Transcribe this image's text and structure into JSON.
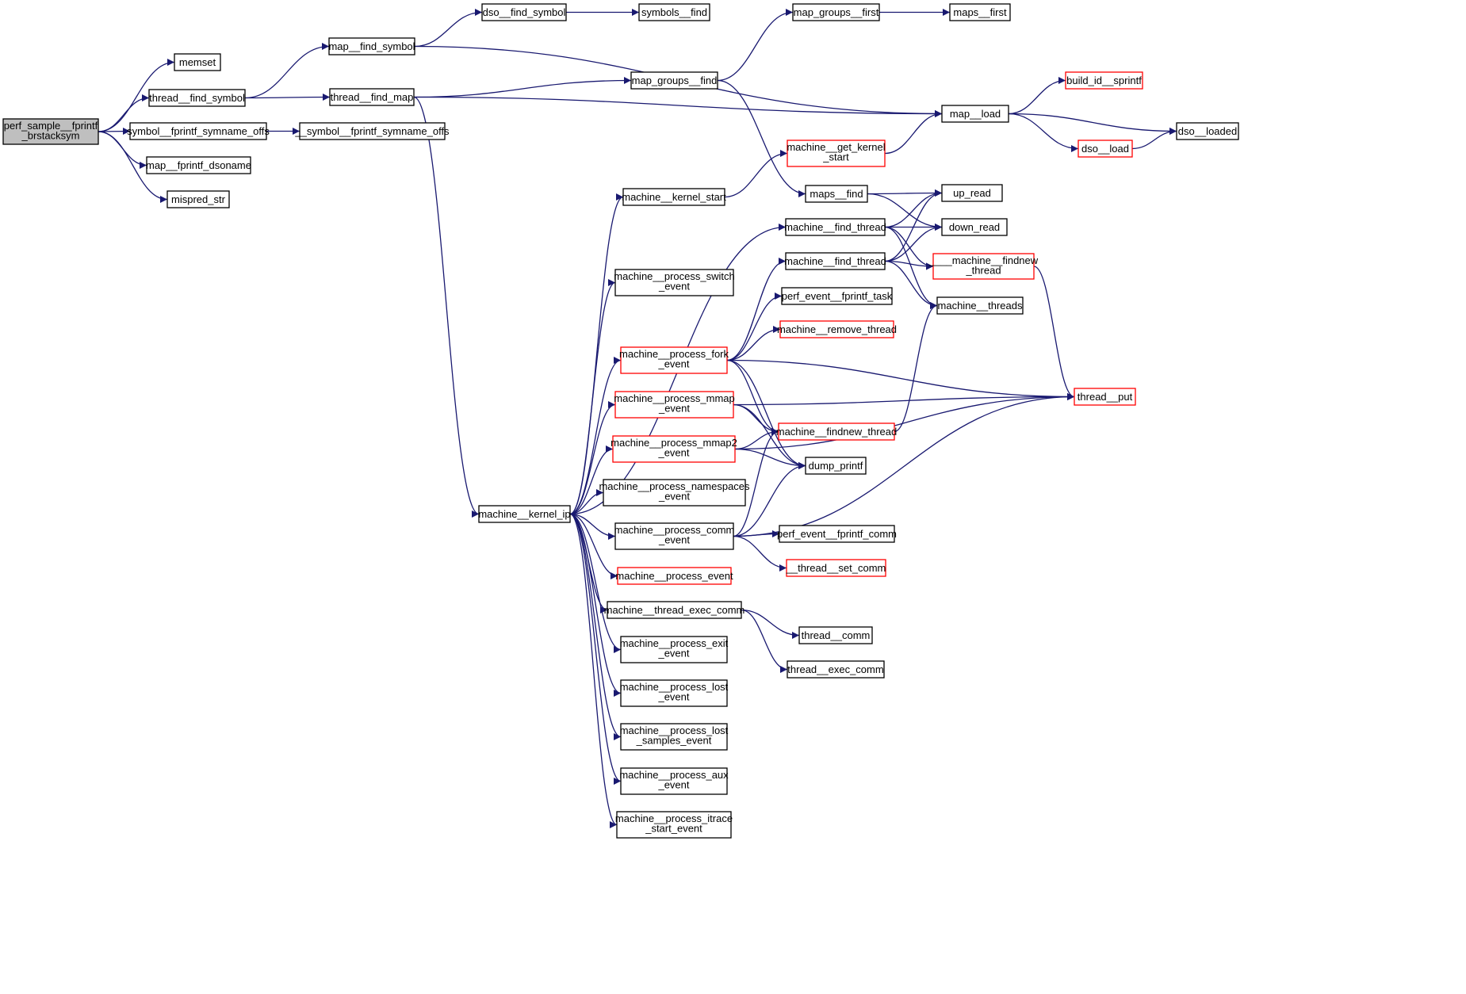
{
  "diagram": {
    "type": "call-graph",
    "colors": {
      "edge": "#191970",
      "node_border": "#000000",
      "truncated_border": "#ff0000",
      "root_fill": "#bfbfbf"
    },
    "nodes": [
      {
        "id": "root",
        "lines": [
          "perf_sample__fprintf",
          "_brstacksym"
        ],
        "status": "root"
      },
      {
        "id": "memset",
        "lines": [
          "memset"
        ],
        "status": "normal"
      },
      {
        "id": "thread_find_symbol",
        "lines": [
          "thread__find_symbol"
        ],
        "status": "normal"
      },
      {
        "id": "symbol_fprintf_symname_offs",
        "lines": [
          "symbol__fprintf_symname_offs"
        ],
        "status": "normal"
      },
      {
        "id": "map_fprintf_dsoname",
        "lines": [
          "map__fprintf_dsoname"
        ],
        "status": "normal"
      },
      {
        "id": "mispred_str",
        "lines": [
          "mispred_str"
        ],
        "status": "normal"
      },
      {
        "id": "map_find_symbol",
        "lines": [
          "map__find_symbol"
        ],
        "status": "normal"
      },
      {
        "id": "thread_find_map",
        "lines": [
          "thread__find_map"
        ],
        "status": "normal"
      },
      {
        "id": "__symbol_fprintf_symname_offs",
        "lines": [
          "__symbol__fprintf_symname_offs"
        ],
        "status": "normal"
      },
      {
        "id": "dso_find_symbol",
        "lines": [
          "dso__find_symbol"
        ],
        "status": "normal"
      },
      {
        "id": "symbols_find",
        "lines": [
          "symbols__find"
        ],
        "status": "normal"
      },
      {
        "id": "map_groups_first",
        "lines": [
          "map_groups__first"
        ],
        "status": "normal"
      },
      {
        "id": "maps_first",
        "lines": [
          "maps__first"
        ],
        "status": "normal"
      },
      {
        "id": "map_groups_find",
        "lines": [
          "map_groups__find"
        ],
        "status": "normal"
      },
      {
        "id": "build_id_sprintf",
        "lines": [
          "build_id__sprintf"
        ],
        "status": "truncated"
      },
      {
        "id": "map_load",
        "lines": [
          "map__load"
        ],
        "status": "normal"
      },
      {
        "id": "dso_loaded",
        "lines": [
          "dso__loaded"
        ],
        "status": "normal"
      },
      {
        "id": "dso_load",
        "lines": [
          "dso__load"
        ],
        "status": "truncated"
      },
      {
        "id": "machine_get_kernel_start",
        "lines": [
          "machine__get_kernel",
          "_start"
        ],
        "status": "truncated"
      },
      {
        "id": "machine_kernel_start",
        "lines": [
          "machine__kernel_start"
        ],
        "status": "normal"
      },
      {
        "id": "maps_find",
        "lines": [
          "maps__find"
        ],
        "status": "normal"
      },
      {
        "id": "up_read",
        "lines": [
          "up_read"
        ],
        "status": "normal"
      },
      {
        "id": "down_read",
        "lines": [
          "down_read"
        ],
        "status": "normal"
      },
      {
        "id": "machine_find_thread_1",
        "lines": [
          "machine__find_thread"
        ],
        "status": "normal"
      },
      {
        "id": "machine_find_thread_2",
        "lines": [
          "machine__find_thread"
        ],
        "status": "normal"
      },
      {
        "id": "____machine_findnew_thread",
        "lines": [
          "____machine__findnew",
          "_thread"
        ],
        "status": "truncated"
      },
      {
        "id": "machine_process_switch_event",
        "lines": [
          "machine__process_switch",
          "_event"
        ],
        "status": "normal"
      },
      {
        "id": "perf_event_fprintf_task",
        "lines": [
          "perf_event__fprintf_task"
        ],
        "status": "normal"
      },
      {
        "id": "machine_threads",
        "lines": [
          "machine__threads"
        ],
        "status": "normal"
      },
      {
        "id": "machine_remove_thread",
        "lines": [
          "machine__remove_thread"
        ],
        "status": "truncated"
      },
      {
        "id": "machine_process_fork_event",
        "lines": [
          "machine__process_fork",
          "_event"
        ],
        "status": "truncated"
      },
      {
        "id": "thread_put",
        "lines": [
          "thread__put"
        ],
        "status": "truncated"
      },
      {
        "id": "machine_process_mmap_event",
        "lines": [
          "machine__process_mmap",
          "_event"
        ],
        "status": "truncated"
      },
      {
        "id": "machine_findnew_thread",
        "lines": [
          "machine__findnew_thread"
        ],
        "status": "truncated"
      },
      {
        "id": "machine_process_mmap2_event",
        "lines": [
          "machine__process_mmap2",
          "_event"
        ],
        "status": "truncated"
      },
      {
        "id": "dump_printf",
        "lines": [
          "dump_printf"
        ],
        "status": "normal"
      },
      {
        "id": "machine_kernel_ip",
        "lines": [
          "machine__kernel_ip"
        ],
        "status": "normal"
      },
      {
        "id": "machine_process_namespaces_event",
        "lines": [
          "machine__process_namespaces",
          "_event"
        ],
        "status": "normal"
      },
      {
        "id": "machine_process_comm_event",
        "lines": [
          "machine__process_comm",
          "_event"
        ],
        "status": "normal"
      },
      {
        "id": "perf_event_fprintf_comm",
        "lines": [
          "perf_event__fprintf_comm"
        ],
        "status": "normal"
      },
      {
        "id": "__thread_set_comm",
        "lines": [
          "__thread__set_comm"
        ],
        "status": "truncated"
      },
      {
        "id": "machine_process_event",
        "lines": [
          "machine__process_event"
        ],
        "status": "truncated"
      },
      {
        "id": "machine_thread_exec_comm",
        "lines": [
          "machine__thread_exec_comm"
        ],
        "status": "normal"
      },
      {
        "id": "thread_comm",
        "lines": [
          "thread__comm"
        ],
        "status": "normal"
      },
      {
        "id": "machine_process_exit_event",
        "lines": [
          "machine__process_exit",
          "_event"
        ],
        "status": "normal"
      },
      {
        "id": "thread_exec_comm",
        "lines": [
          "thread__exec_comm"
        ],
        "status": "normal"
      },
      {
        "id": "machine_process_lost_event",
        "lines": [
          "machine__process_lost",
          "_event"
        ],
        "status": "normal"
      },
      {
        "id": "machine_process_lost_samples_event",
        "lines": [
          "machine__process_lost",
          "_samples_event"
        ],
        "status": "normal"
      },
      {
        "id": "machine_process_aux_event",
        "lines": [
          "machine__process_aux",
          "_event"
        ],
        "status": "normal"
      },
      {
        "id": "machine_process_itrace_start_event",
        "lines": [
          "machine__process_itrace",
          "_start_event"
        ],
        "status": "normal"
      }
    ],
    "edges": [
      [
        "root",
        "memset"
      ],
      [
        "root",
        "thread_find_symbol"
      ],
      [
        "root",
        "symbol_fprintf_symname_offs"
      ],
      [
        "root",
        "map_fprintf_dsoname"
      ],
      [
        "root",
        "mispred_str"
      ],
      [
        "thread_find_symbol",
        "map_find_symbol"
      ],
      [
        "thread_find_symbol",
        "thread_find_map"
      ],
      [
        "symbol_fprintf_symname_offs",
        "__symbol_fprintf_symname_offs"
      ],
      [
        "map_find_symbol",
        "dso_find_symbol"
      ],
      [
        "map_find_symbol",
        "map_load"
      ],
      [
        "dso_find_symbol",
        "symbols_find"
      ],
      [
        "map_groups_first",
        "maps_first"
      ],
      [
        "map_groups_find",
        "map_groups_first"
      ],
      [
        "map_groups_find",
        "maps_find"
      ],
      [
        "thread_find_map",
        "map_groups_find"
      ],
      [
        "thread_find_map",
        "map_load"
      ],
      [
        "thread_find_map",
        "machine_kernel_ip"
      ],
      [
        "map_load",
        "build_id_sprintf"
      ],
      [
        "map_load",
        "dso_loaded"
      ],
      [
        "map_load",
        "dso_load"
      ],
      [
        "dso_load",
        "dso_loaded"
      ],
      [
        "machine_get_kernel_start",
        "map_load"
      ],
      [
        "machine_kernel_start",
        "machine_get_kernel_start"
      ],
      [
        "maps_find",
        "up_read"
      ],
      [
        "maps_find",
        "down_read"
      ],
      [
        "machine_find_thread_1",
        "up_read"
      ],
      [
        "machine_find_thread_1",
        "down_read"
      ],
      [
        "machine_find_thread_1",
        "____machine_findnew_thread"
      ],
      [
        "machine_find_thread_1",
        "machine_threads"
      ],
      [
        "machine_find_thread_2",
        "up_read"
      ],
      [
        "machine_find_thread_2",
        "down_read"
      ],
      [
        "machine_find_thread_2",
        "____machine_findnew_thread"
      ],
      [
        "machine_find_thread_2",
        "machine_threads"
      ],
      [
        "____machine_findnew_thread",
        "thread_put"
      ],
      [
        "machine_process_fork_event",
        "machine_find_thread_2"
      ],
      [
        "machine_process_fork_event",
        "perf_event_fprintf_task"
      ],
      [
        "machine_process_fork_event",
        "machine_remove_thread"
      ],
      [
        "machine_process_fork_event",
        "thread_put"
      ],
      [
        "machine_process_fork_event",
        "machine_findnew_thread"
      ],
      [
        "machine_process_fork_event",
        "dump_printf"
      ],
      [
        "machine_process_mmap_event",
        "thread_put"
      ],
      [
        "machine_process_mmap_event",
        "machine_findnew_thread"
      ],
      [
        "machine_process_mmap_event",
        "dump_printf"
      ],
      [
        "machine_process_mmap2_event",
        "machine_findnew_thread"
      ],
      [
        "machine_process_mmap2_event",
        "dump_printf"
      ],
      [
        "machine_process_mmap2_event",
        "thread_put"
      ],
      [
        "machine_findnew_thread",
        "machine_threads"
      ],
      [
        "machine_kernel_ip",
        "machine_kernel_start"
      ],
      [
        "machine_kernel_ip",
        "machine_process_switch_event"
      ],
      [
        "machine_kernel_ip",
        "machine_find_thread_1"
      ],
      [
        "machine_kernel_ip",
        "machine_process_fork_event"
      ],
      [
        "machine_kernel_ip",
        "machine_process_mmap_event"
      ],
      [
        "machine_kernel_ip",
        "machine_process_mmap2_event"
      ],
      [
        "machine_kernel_ip",
        "machine_process_namespaces_event"
      ],
      [
        "machine_kernel_ip",
        "machine_process_comm_event"
      ],
      [
        "machine_kernel_ip",
        "machine_process_event"
      ],
      [
        "machine_kernel_ip",
        "machine_thread_exec_comm"
      ],
      [
        "machine_kernel_ip",
        "machine_process_exit_event"
      ],
      [
        "machine_kernel_ip",
        "machine_process_lost_event"
      ],
      [
        "machine_kernel_ip",
        "machine_process_lost_samples_event"
      ],
      [
        "machine_kernel_ip",
        "machine_process_aux_event"
      ],
      [
        "machine_kernel_ip",
        "machine_process_itrace_start_event"
      ],
      [
        "machine_process_comm_event",
        "machine_findnew_thread"
      ],
      [
        "machine_process_comm_event",
        "dump_printf"
      ],
      [
        "machine_process_comm_event",
        "perf_event_fprintf_comm"
      ],
      [
        "machine_process_comm_event",
        "__thread_set_comm"
      ],
      [
        "machine_process_comm_event",
        "thread_put"
      ],
      [
        "machine_thread_exec_comm",
        "thread_comm"
      ],
      [
        "machine_thread_exec_comm",
        "thread_exec_comm"
      ]
    ]
  }
}
